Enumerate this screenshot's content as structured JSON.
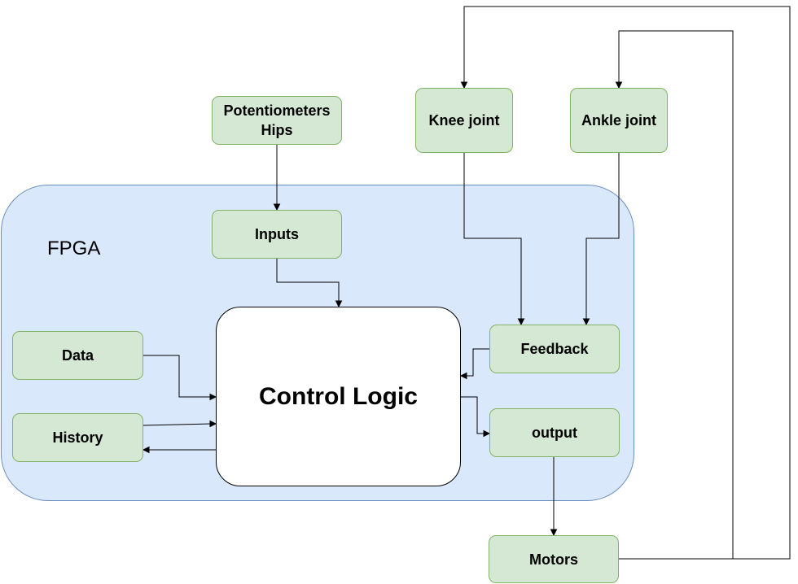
{
  "diagram": {
    "container": {
      "label": "FPGA",
      "fill": "#dae8fc",
      "stroke": "#6c8ebf"
    },
    "node_colors": {
      "fill": "#d5e8d4",
      "stroke": "#82b366"
    },
    "nodes": {
      "potentiometers": {
        "line1": "Potentiometers",
        "line2": "Hips"
      },
      "knee": "Knee joint",
      "ankle": "Ankle joint",
      "inputs": "Inputs",
      "data": "Data",
      "history": "History",
      "control": "Control Logic",
      "feedback": "Feedback",
      "output": "output",
      "motors": "Motors"
    },
    "edges": [
      {
        "from": "Potentiometers Hips",
        "to": "Inputs"
      },
      {
        "from": "Inputs",
        "to": "Control Logic"
      },
      {
        "from": "Data",
        "to": "Control Logic"
      },
      {
        "from": "History",
        "to": "Control Logic"
      },
      {
        "from": "Control Logic",
        "to": "History"
      },
      {
        "from": "Knee joint",
        "to": "Feedback"
      },
      {
        "from": "Ankle joint",
        "to": "Feedback"
      },
      {
        "from": "Feedback",
        "to": "Control Logic"
      },
      {
        "from": "Control Logic",
        "to": "output"
      },
      {
        "from": "output",
        "to": "Motors"
      },
      {
        "from": "Motors",
        "to": "Knee joint"
      },
      {
        "from": "Motors",
        "to": "Ankle joint"
      }
    ]
  }
}
